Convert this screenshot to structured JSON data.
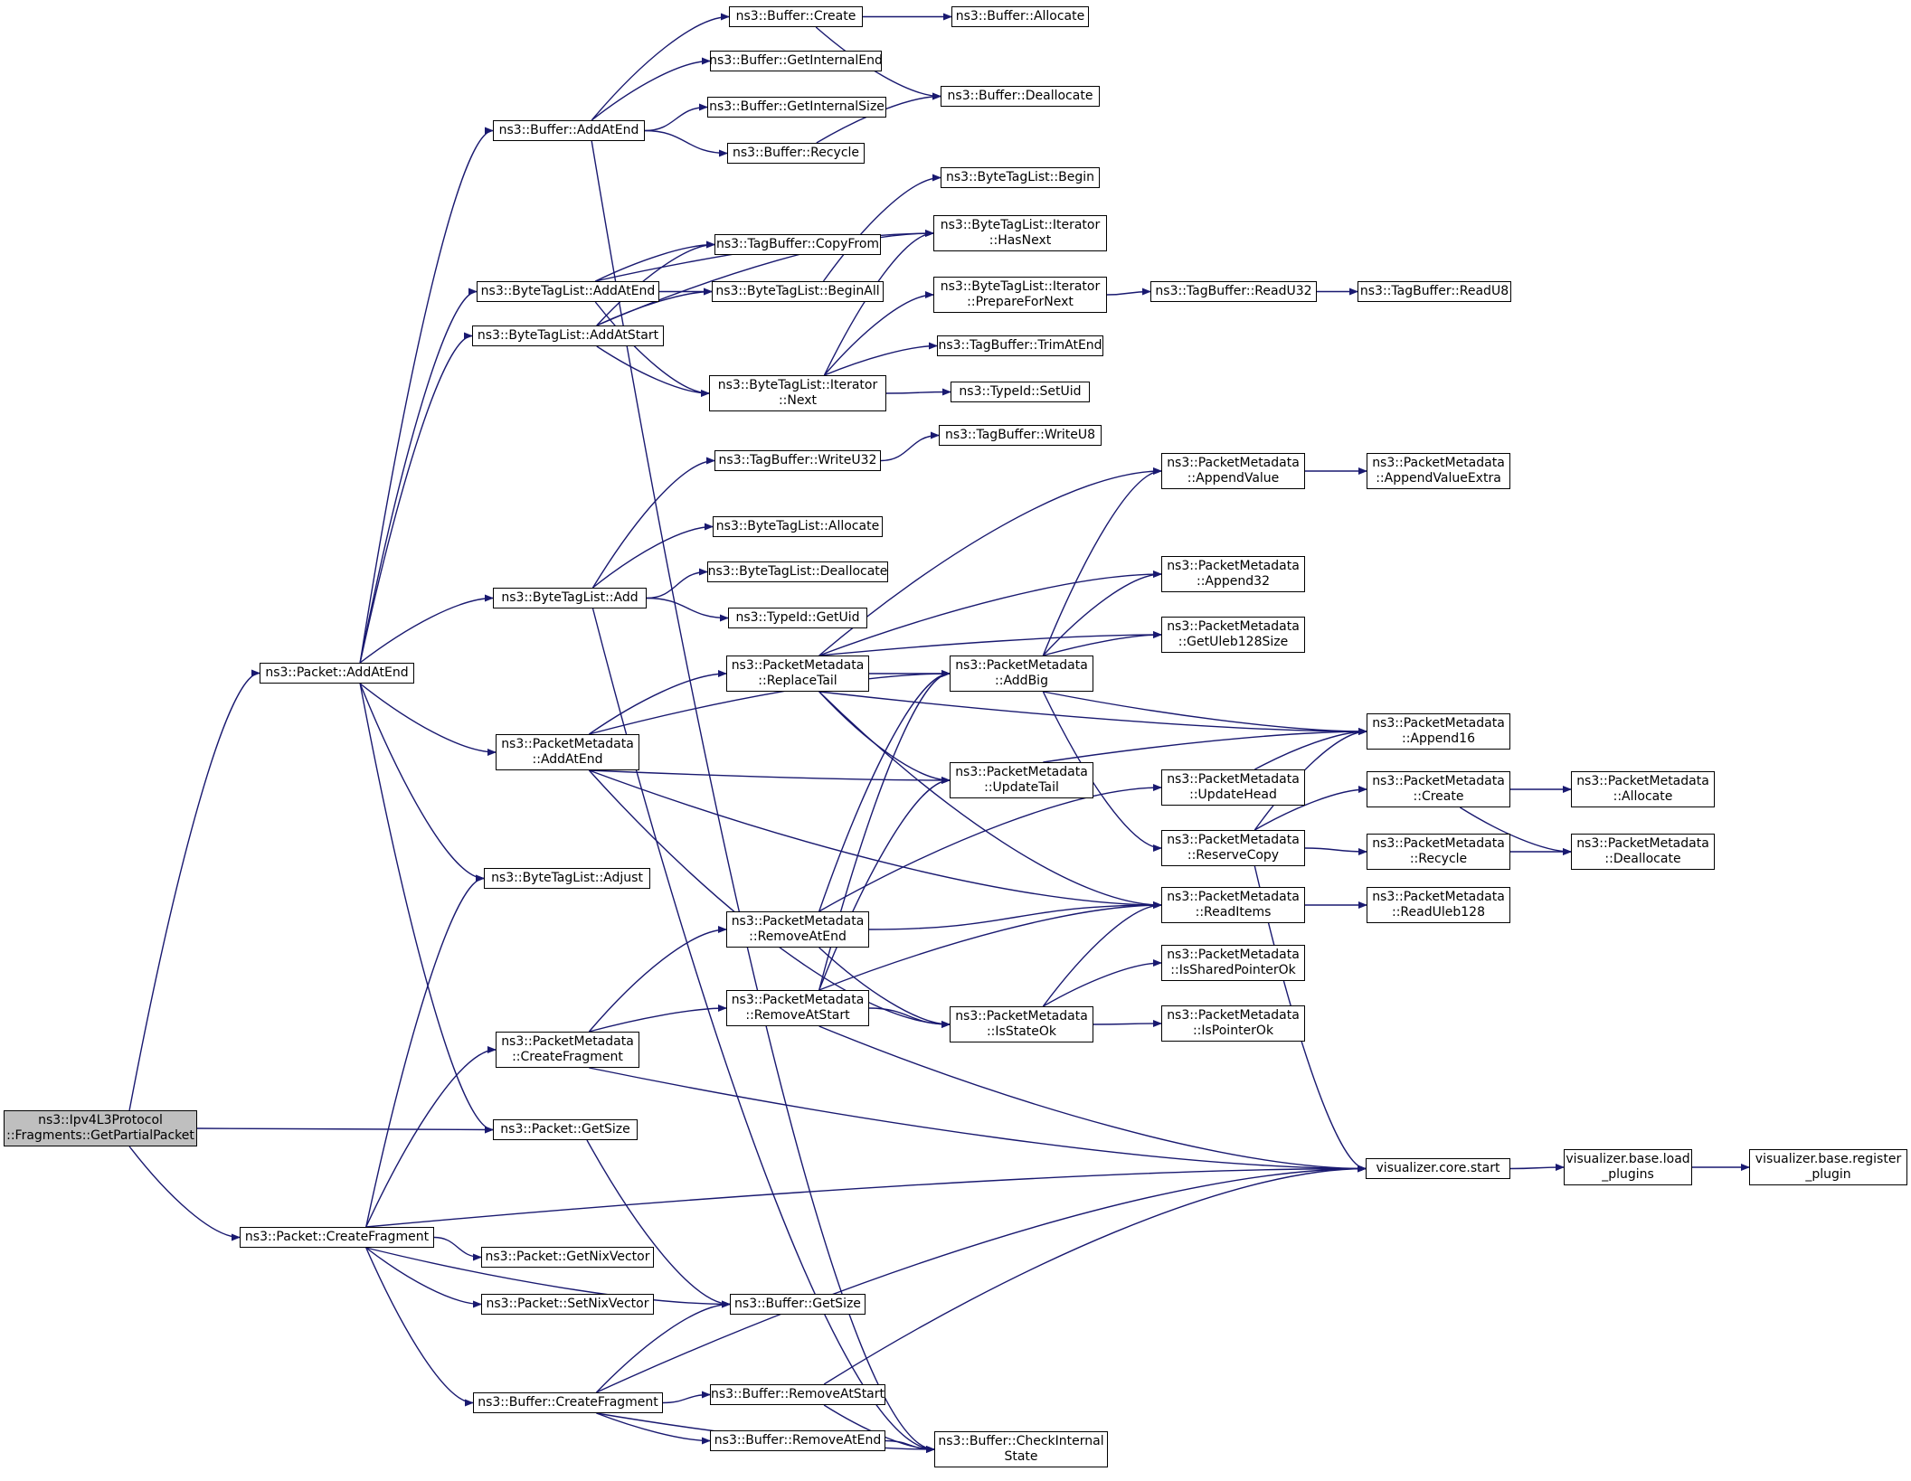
{
  "colors": {
    "edge": "#191970",
    "root_fill": "#bfbfbf",
    "node_fill": "#ffffff",
    "border": "#000000"
  },
  "nodes": {
    "ipv4_getpartial": {
      "line1": "ns3::Ipv4L3Protocol",
      "line2": "::Fragments::GetPartialPacket"
    },
    "packet_addatend": {
      "line1": "ns3::Packet::AddAtEnd"
    },
    "packet_getsize": {
      "line1": "ns3::Packet::GetSize"
    },
    "packet_createfragment": {
      "line1": "ns3::Packet::CreateFragment"
    },
    "buffer_addatend": {
      "line1": "ns3::Buffer::AddAtEnd"
    },
    "btl_addatend": {
      "line1": "ns3::ByteTagList::AddAtEnd"
    },
    "btl_addatstart": {
      "line1": "ns3::ByteTagList::AddAtStart"
    },
    "btl_add": {
      "line1": "ns3::ByteTagList::Add"
    },
    "pm_addatend": {
      "line1": "ns3::PacketMetadata",
      "line2": "::AddAtEnd"
    },
    "btl_adjust": {
      "line1": "ns3::ByteTagList::Adjust"
    },
    "pm_createfragment": {
      "line1": "ns3::PacketMetadata",
      "line2": "::CreateFragment"
    },
    "packet_getnixvector": {
      "line1": "ns3::Packet::GetNixVector"
    },
    "packet_setnixvector": {
      "line1": "ns3::Packet::SetNixVector"
    },
    "buffer_createfragment": {
      "line1": "ns3::Buffer::CreateFragment"
    },
    "buffer_create": {
      "line1": "ns3::Buffer::Create"
    },
    "buffer_getinternalend": {
      "line1": "ns3::Buffer::GetInternalEnd"
    },
    "buffer_getinternalsize": {
      "line1": "ns3::Buffer::GetInternalSize"
    },
    "buffer_recycle": {
      "line1": "ns3::Buffer::Recycle"
    },
    "tagbuffer_copyfrom": {
      "line1": "ns3::TagBuffer::CopyFrom"
    },
    "btl_beginall": {
      "line1": "ns3::ByteTagList::BeginAll"
    },
    "btl_iter_next": {
      "line1": "ns3::ByteTagList::Iterator",
      "line2": "::Next"
    },
    "tagbuffer_writeu32": {
      "line1": "ns3::TagBuffer::WriteU32"
    },
    "btl_allocate": {
      "line1": "ns3::ByteTagList::Allocate"
    },
    "btl_deallocate": {
      "line1": "ns3::ByteTagList::Deallocate"
    },
    "typeid_getuid": {
      "line1": "ns3::TypeId::GetUid"
    },
    "pm_replacetail": {
      "line1": "ns3::PacketMetadata",
      "line2": "::ReplaceTail"
    },
    "pm_removeatend": {
      "line1": "ns3::PacketMetadata",
      "line2": "::RemoveAtEnd"
    },
    "pm_removeatstart": {
      "line1": "ns3::PacketMetadata",
      "line2": "::RemoveAtStart"
    },
    "buffer_getsize": {
      "line1": "ns3::Buffer::GetSize"
    },
    "buffer_removeatstart": {
      "line1": "ns3::Buffer::RemoveAtStart"
    },
    "buffer_removeatend": {
      "line1": "ns3::Buffer::RemoveAtEnd"
    },
    "buffer_allocate": {
      "line1": "ns3::Buffer::Allocate"
    },
    "buffer_deallocate": {
      "line1": "ns3::Buffer::Deallocate"
    },
    "btl_begin": {
      "line1": "ns3::ByteTagList::Begin"
    },
    "btl_iter_hasnext": {
      "line1": "ns3::ByteTagList::Iterator",
      "line2": "::HasNext"
    },
    "btl_iter_prepare": {
      "line1": "ns3::ByteTagList::Iterator",
      "line2": "::PrepareForNext"
    },
    "tagbuffer_trimatend": {
      "line1": "ns3::TagBuffer::TrimAtEnd"
    },
    "typeid_setuid": {
      "line1": "ns3::TypeId::SetUid"
    },
    "tagbuffer_writeu8": {
      "line1": "ns3::TagBuffer::WriteU8"
    },
    "pm_addbig": {
      "line1": "ns3::PacketMetadata",
      "line2": "::AddBig"
    },
    "pm_updatetail": {
      "line1": "ns3::PacketMetadata",
      "line2": "::UpdateTail"
    },
    "pm_isstateok": {
      "line1": "ns3::PacketMetadata",
      "line2": "::IsStateOk"
    },
    "buffer_checkinternal": {
      "line1": "ns3::Buffer::CheckInternal",
      "line2": "State"
    },
    "tagbuffer_readu32": {
      "line1": "ns3::TagBuffer::ReadU32"
    },
    "pm_appendvalue": {
      "line1": "ns3::PacketMetadata",
      "line2": "::AppendValue"
    },
    "pm_append32": {
      "line1": "ns3::PacketMetadata",
      "line2": "::Append32"
    },
    "pm_getuleb128size": {
      "line1": "ns3::PacketMetadata",
      "line2": "::GetUleb128Size"
    },
    "pm_updatehead": {
      "line1": "ns3::PacketMetadata",
      "line2": "::UpdateHead"
    },
    "pm_reservecopy": {
      "line1": "ns3::PacketMetadata",
      "line2": "::ReserveCopy"
    },
    "pm_readitems": {
      "line1": "ns3::PacketMetadata",
      "line2": "::ReadItems"
    },
    "pm_issharedpointerok": {
      "line1": "ns3::PacketMetadata",
      "line2": "::IsSharedPointerOk"
    },
    "pm_ispointerok": {
      "line1": "ns3::PacketMetadata",
      "line2": "::IsPointerOk"
    },
    "tagbuffer_readu8": {
      "line1": "ns3::TagBuffer::ReadU8"
    },
    "pm_appendvalueextra": {
      "line1": "ns3::PacketMetadata",
      "line2": "::AppendValueExtra"
    },
    "pm_append16": {
      "line1": "ns3::PacketMetadata",
      "line2": "::Append16"
    },
    "pm_create": {
      "line1": "ns3::PacketMetadata",
      "line2": "::Create"
    },
    "pm_recycle": {
      "line1": "ns3::PacketMetadata",
      "line2": "::Recycle"
    },
    "pm_readuleb128": {
      "line1": "ns3::PacketMetadata",
      "line2": "::ReadUleb128"
    },
    "visualizer_core_start": {
      "line1": "visualizer.core.start"
    },
    "pm_allocate": {
      "line1": "ns3::PacketMetadata",
      "line2": "::Allocate"
    },
    "pm_deallocate": {
      "line1": "ns3::PacketMetadata",
      "line2": "::Deallocate"
    },
    "vis_load_plugins": {
      "line1": "visualizer.base.load",
      "line2": "_plugins"
    },
    "vis_register_plugin": {
      "line1": "visualizer.base.register",
      "line2": "_plugin"
    }
  },
  "edges": [
    [
      "ipv4_getpartial",
      "packet_addatend"
    ],
    [
      "ipv4_getpartial",
      "packet_getsize"
    ],
    [
      "ipv4_getpartial",
      "packet_createfragment"
    ],
    [
      "packet_addatend",
      "buffer_addatend"
    ],
    [
      "packet_addatend",
      "btl_addatend"
    ],
    [
      "packet_addatend",
      "btl_addatstart"
    ],
    [
      "packet_addatend",
      "btl_add"
    ],
    [
      "packet_addatend",
      "pm_addatend"
    ],
    [
      "packet_addatend",
      "btl_adjust"
    ],
    [
      "packet_addatend",
      "packet_getsize"
    ],
    [
      "packet_getsize",
      "buffer_getsize"
    ],
    [
      "packet_createfragment",
      "btl_adjust"
    ],
    [
      "packet_createfragment",
      "pm_createfragment"
    ],
    [
      "packet_createfragment",
      "packet_getnixvector"
    ],
    [
      "packet_createfragment",
      "packet_setnixvector"
    ],
    [
      "packet_createfragment",
      "buffer_createfragment"
    ],
    [
      "packet_createfragment",
      "buffer_getsize"
    ],
    [
      "packet_createfragment",
      "visualizer_core_start"
    ],
    [
      "buffer_addatend",
      "buffer_create"
    ],
    [
      "buffer_addatend",
      "buffer_getinternalend"
    ],
    [
      "buffer_addatend",
      "buffer_getinternalsize"
    ],
    [
      "buffer_addatend",
      "buffer_recycle"
    ],
    [
      "buffer_addatend",
      "buffer_checkinternal"
    ],
    [
      "buffer_create",
      "buffer_allocate"
    ],
    [
      "buffer_create",
      "buffer_deallocate"
    ],
    [
      "buffer_recycle",
      "buffer_deallocate"
    ],
    [
      "btl_addatend",
      "tagbuffer_copyfrom"
    ],
    [
      "btl_addatend",
      "btl_beginall"
    ],
    [
      "btl_addatend",
      "btl_iter_next"
    ],
    [
      "btl_addatend",
      "btl_iter_hasnext"
    ],
    [
      "btl_addatstart",
      "tagbuffer_copyfrom"
    ],
    [
      "btl_addatstart",
      "btl_beginall"
    ],
    [
      "btl_addatstart",
      "btl_iter_next"
    ],
    [
      "btl_addatstart",
      "btl_iter_hasnext"
    ],
    [
      "btl_beginall",
      "btl_begin"
    ],
    [
      "btl_iter_next",
      "btl_iter_hasnext"
    ],
    [
      "btl_iter_next",
      "btl_iter_prepare"
    ],
    [
      "btl_iter_next",
      "tagbuffer_trimatend"
    ],
    [
      "btl_iter_next",
      "typeid_setuid"
    ],
    [
      "btl_iter_prepare",
      "tagbuffer_readu32"
    ],
    [
      "tagbuffer_readu32",
      "tagbuffer_readu8"
    ],
    [
      "btl_add",
      "tagbuffer_writeu32"
    ],
    [
      "btl_add",
      "btl_allocate"
    ],
    [
      "btl_add",
      "btl_deallocate"
    ],
    [
      "btl_add",
      "typeid_getuid"
    ],
    [
      "btl_add",
      "buffer_checkinternal"
    ],
    [
      "tagbuffer_writeu32",
      "tagbuffer_writeu8"
    ],
    [
      "pm_addatend",
      "pm_replacetail"
    ],
    [
      "pm_addatend",
      "pm_addbig"
    ],
    [
      "pm_addatend",
      "pm_updatetail"
    ],
    [
      "pm_addatend",
      "pm_readitems"
    ],
    [
      "pm_addatend",
      "pm_isstateok"
    ],
    [
      "pm_replacetail",
      "pm_appendvalue"
    ],
    [
      "pm_replacetail",
      "pm_append32"
    ],
    [
      "pm_replacetail",
      "pm_getuleb128size"
    ],
    [
      "pm_replacetail",
      "pm_append16"
    ],
    [
      "pm_replacetail",
      "pm_addbig"
    ],
    [
      "pm_replacetail",
      "pm_updatetail"
    ],
    [
      "pm_replacetail",
      "pm_readitems"
    ],
    [
      "pm_addbig",
      "pm_appendvalue"
    ],
    [
      "pm_addbig",
      "pm_append32"
    ],
    [
      "pm_addbig",
      "pm_getuleb128size"
    ],
    [
      "pm_addbig",
      "pm_append16"
    ],
    [
      "pm_addbig",
      "pm_reservecopy"
    ],
    [
      "pm_appendvalue",
      "pm_appendvalueextra"
    ],
    [
      "pm_updatetail",
      "pm_append16"
    ],
    [
      "pm_updatehead",
      "pm_append16"
    ],
    [
      "pm_reservecopy",
      "pm_append16"
    ],
    [
      "pm_reservecopy",
      "pm_create"
    ],
    [
      "pm_reservecopy",
      "pm_recycle"
    ],
    [
      "pm_reservecopy",
      "visualizer_core_start"
    ],
    [
      "pm_create",
      "pm_allocate"
    ],
    [
      "pm_create",
      "pm_deallocate"
    ],
    [
      "pm_recycle",
      "pm_deallocate"
    ],
    [
      "pm_readitems",
      "pm_readuleb128"
    ],
    [
      "pm_createfragment",
      "pm_removeatend"
    ],
    [
      "pm_createfragment",
      "pm_removeatstart"
    ],
    [
      "pm_createfragment",
      "visualizer_core_start"
    ],
    [
      "pm_removeatend",
      "pm_addbig"
    ],
    [
      "pm_removeatend",
      "pm_updatehead"
    ],
    [
      "pm_removeatend",
      "pm_readitems"
    ],
    [
      "pm_removeatend",
      "pm_isstateok"
    ],
    [
      "pm_removeatstart",
      "pm_addbig"
    ],
    [
      "pm_removeatstart",
      "pm_updatetail"
    ],
    [
      "pm_removeatstart",
      "pm_readitems"
    ],
    [
      "pm_removeatstart",
      "pm_isstateok"
    ],
    [
      "pm_removeatstart",
      "visualizer_core_start"
    ],
    [
      "pm_isstateok",
      "pm_readitems"
    ],
    [
      "pm_isstateok",
      "pm_issharedpointerok"
    ],
    [
      "pm_isstateok",
      "pm_ispointerok"
    ],
    [
      "buffer_createfragment",
      "buffer_getsize"
    ],
    [
      "buffer_createfragment",
      "buffer_removeatstart"
    ],
    [
      "buffer_createfragment",
      "buffer_removeatend"
    ],
    [
      "buffer_createfragment",
      "buffer_checkinternal"
    ],
    [
      "buffer_createfragment",
      "visualizer_core_start"
    ],
    [
      "buffer_removeatstart",
      "buffer_checkinternal"
    ],
    [
      "buffer_removeatstart",
      "visualizer_core_start"
    ],
    [
      "buffer_removeatend",
      "buffer_checkinternal"
    ],
    [
      "visualizer_core_start",
      "vis_load_plugins"
    ],
    [
      "vis_load_plugins",
      "vis_register_plugin"
    ]
  ]
}
